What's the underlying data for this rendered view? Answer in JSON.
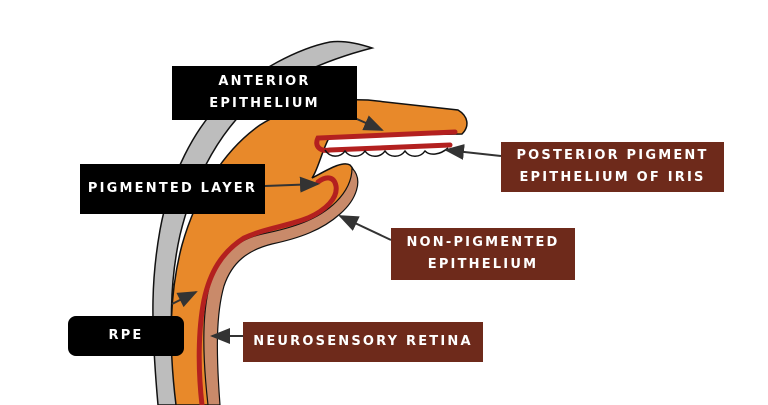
{
  "labels": {
    "anterior_epithelium": "ANTERIOR\nEPITHELIUM",
    "pigmented_layer": "PIGMENTED LAYER",
    "rpe": "RPE",
    "posterior_pigment_epithelium": "POSTERIOR PIGMENT\nEPITHELIUM OF IRIS",
    "non_pigmented_epithelium": "NON-PIGMENTED\nEPITHELIUM",
    "neurosensory_retina": "NEUROSENSORY RETINA"
  },
  "colors": {
    "sclera_gray": "#bdbdbd",
    "orange_tissue": "#e8892a",
    "pigment_red": "#b3201f",
    "retina_tan": "#c98a6a",
    "black_label": "#000000",
    "brown_label": "#6e2a1b",
    "arrow": "#333333"
  }
}
